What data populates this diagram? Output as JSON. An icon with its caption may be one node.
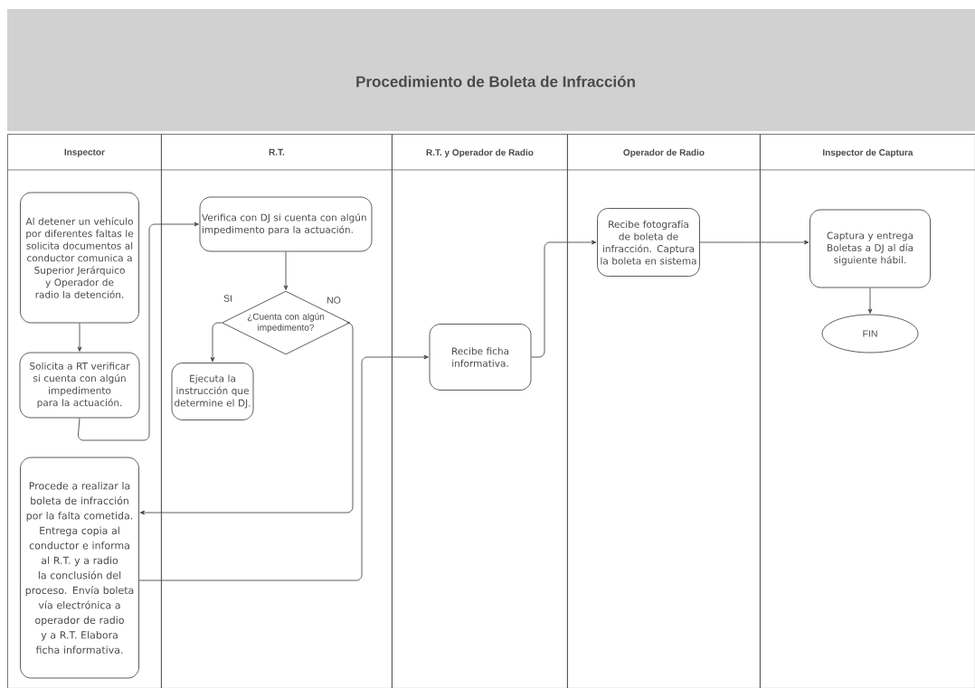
{
  "diagram": {
    "title": "Procedimiento de Boleta de Infracción",
    "nodes": [
      {
        "text": [
          "Inspector"
        ]
      },
      {
        "text": [
          "R.T."
        ]
      },
      {
        "text": [
          "R.T.  y Operador de Radio"
        ]
      },
      {
        "text": [
          "Operador de Radio"
        ]
      },
      {
        "text": [
          "Inspector de Captura"
        ]
      },
      {
        "text": [
          "Al detener un vehículo por diferentes faltas le solicita documentos al conductor comunica a Superior Jerárquico y Operador de radio la detención."
        ],
        "in": 0
      },
      {
        "text": [
          "Solicita a RT verificar si cuenta con algún impedimento para la actuación."
        ],
        "in": 0
      },
      {
        "text": [
          "Verifica con DJ si cuenta con algún impedimento para la actuación."
        ],
        "in": 1
      },
      {
        "text": [
          "¿Cuenta con algún impedimento?"
        ],
        "in": 1
      },
      {
        "text": [
          "Ejecuta la instrucción que determine el DJ."
        ],
        "in": 1
      },
      {
        "text": [
          "Procede a realizar la boleta de infracción por la falta cometida. Entrega copia al conductor e informa al R.T. y a radio la conclusión del proceso. Envía boleta vía electrónica a operador de radio y a R.T. Elabora ficha informativa."
        ],
        "in": 0
      },
      {
        "text": [
          "Recibe ficha informativa."
        ],
        "in": 2
      },
      {
        "text": [
          "Recibe fotografía de boleta de infracción. Captura la boleta en sistema"
        ],
        "in": 3
      },
      {
        "text": [
          "Captura y entrega Boletas a DJ al día siguiente hábil."
        ],
        "in": 4
      },
      {
        "text": [
          "FIN"
        ],
        "in": 4
      }
    ],
    "edges": [
      {
        "from": 5,
        "to": 6,
        "arrow": "to"
      },
      {
        "from": 6,
        "to": 7,
        "arrow": "to"
      },
      {
        "from": 7,
        "to": 8,
        "arrow": "to"
      },
      {
        "from": 8,
        "to": 9,
        "arrow": "to",
        "label": "SI"
      },
      {
        "from": 8,
        "to": 10,
        "arrow": "to",
        "label": "NO"
      },
      {
        "from": 10,
        "to": 11,
        "arrow": "to"
      },
      {
        "from": 11,
        "to": 12,
        "arrow": "to"
      },
      {
        "from": 12,
        "to": 13,
        "arrow": "to"
      },
      {
        "from": 13,
        "to": 14,
        "arrow": "to"
      }
    ]
  }
}
